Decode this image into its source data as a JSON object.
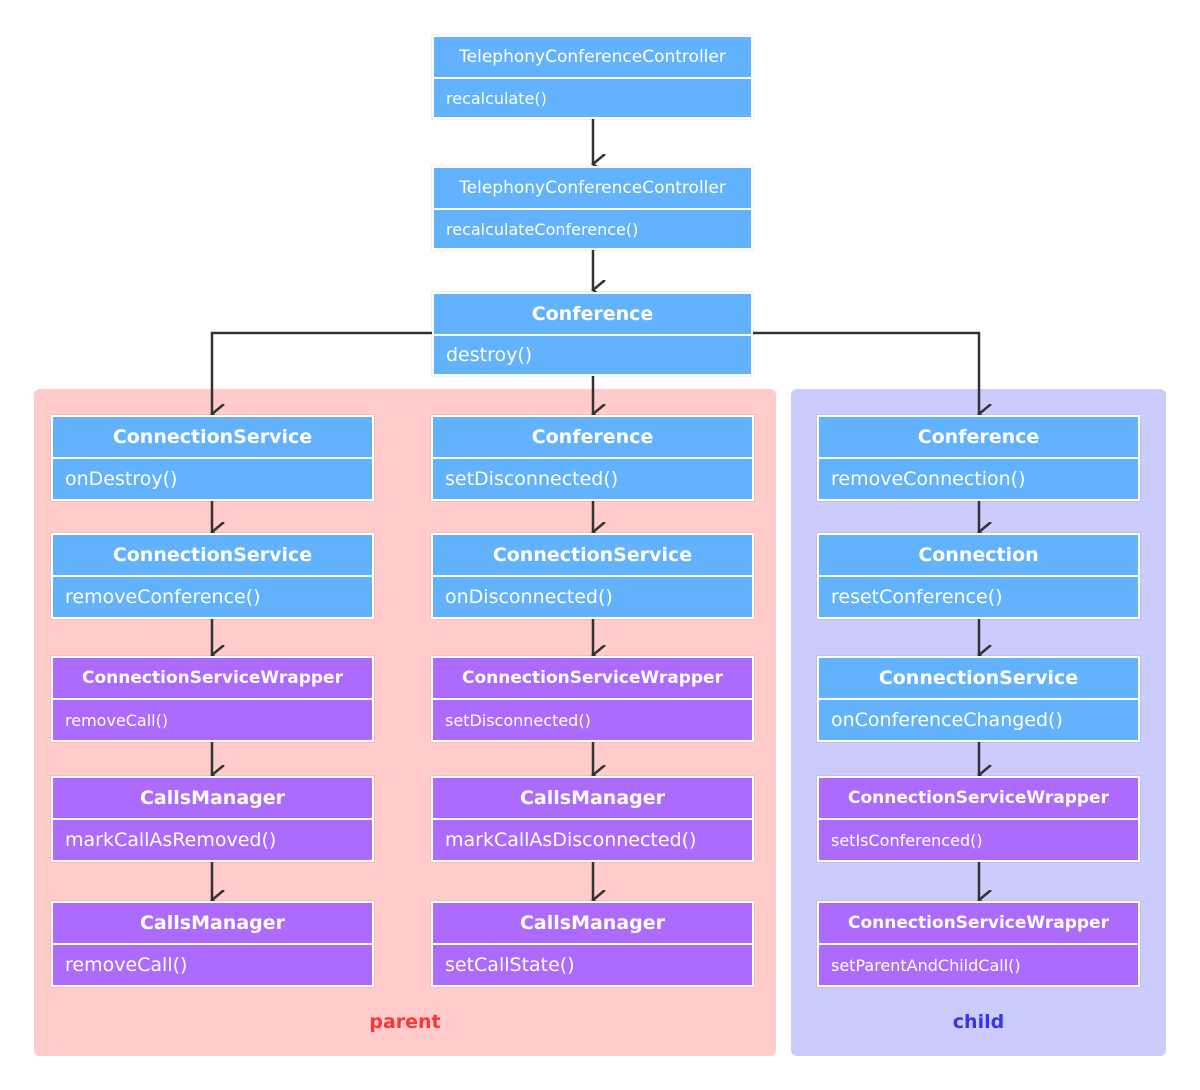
{
  "colors": {
    "node_blue": "#62b2fd",
    "node_purple": "#ac6bfc",
    "parent_region_bg": "#ffcccb",
    "child_region_bg": "#cccbfd",
    "parent_label": "#ff3535",
    "child_label": "#3535ef",
    "arrow": "#333333"
  },
  "regions": {
    "parent": {
      "label": "parent"
    },
    "child": {
      "label": "child"
    }
  },
  "nodes": {
    "tcc_recalculate": {
      "class_name": "TelephonyConferenceController",
      "method": "recalculate()"
    },
    "tcc_recalculate_conference": {
      "class_name": "TelephonyConferenceController",
      "method": "recalculateConference()"
    },
    "conference_destroy": {
      "class_name": "Conference",
      "method": "destroy()"
    },
    "parent_left": [
      {
        "class_name": "ConnectionService",
        "method": "onDestroy()"
      },
      {
        "class_name": "ConnectionService",
        "method": "removeConference()"
      },
      {
        "class_name": "ConnectionServiceWrapper",
        "method": "removeCall()"
      },
      {
        "class_name": "CallsManager",
        "method": "markCallAsRemoved()"
      },
      {
        "class_name": "CallsManager",
        "method": "removeCall()"
      }
    ],
    "parent_middle": [
      {
        "class_name": "Conference",
        "method": "setDisconnected()"
      },
      {
        "class_name": "ConnectionService",
        "method": "onDisconnected()"
      },
      {
        "class_name": "ConnectionServiceWrapper",
        "method": "setDisconnected()"
      },
      {
        "class_name": "CallsManager",
        "method": "markCallAsDisconnected()"
      },
      {
        "class_name": "CallsManager",
        "method": "setCallState()"
      }
    ],
    "child": [
      {
        "class_name": "Conference",
        "method": "removeConnection()"
      },
      {
        "class_name": "Connection",
        "method": "resetConference()"
      },
      {
        "class_name": "ConnectionService",
        "method": "onConferenceChanged()"
      },
      {
        "class_name": "ConnectionServiceWrapper",
        "method": "setIsConferenced()"
      },
      {
        "class_name": "ConnectionServiceWrapper",
        "method": "setParentAndChildCall()"
      }
    ]
  }
}
